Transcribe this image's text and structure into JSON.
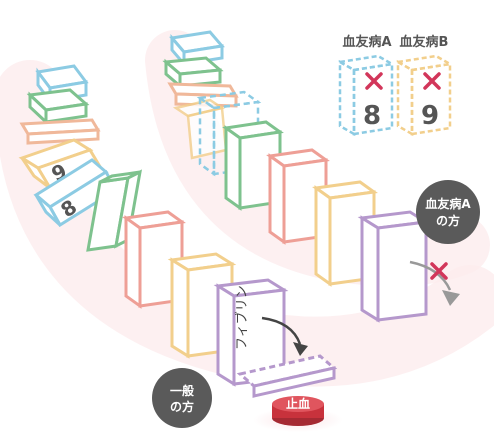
{
  "legend": {
    "a_label": "血友病A",
    "a_number": "8",
    "b_label": "血友病B",
    "b_number": "9"
  },
  "labels": {
    "hemophilia_a_person": [
      "血友病A",
      "の方"
    ],
    "normal_person": [
      "一般",
      "の方"
    ],
    "fibrin": "フィブリン",
    "hemostasis": "止血"
  },
  "left_chain_numbers": {
    "nine": "9",
    "eight": "8"
  },
  "colors": {
    "blue": "#8ccbe3",
    "green": "#7ec28e",
    "orange": "#f0b89a",
    "yellow": "#f2cf8c",
    "red_pink": "#ee9f96",
    "purple": "#b598cc",
    "cross": "#d2365a",
    "dark_circle": "#5a5a5a",
    "stamp_red": "#c8323c",
    "grey_arrow": "#999999"
  }
}
